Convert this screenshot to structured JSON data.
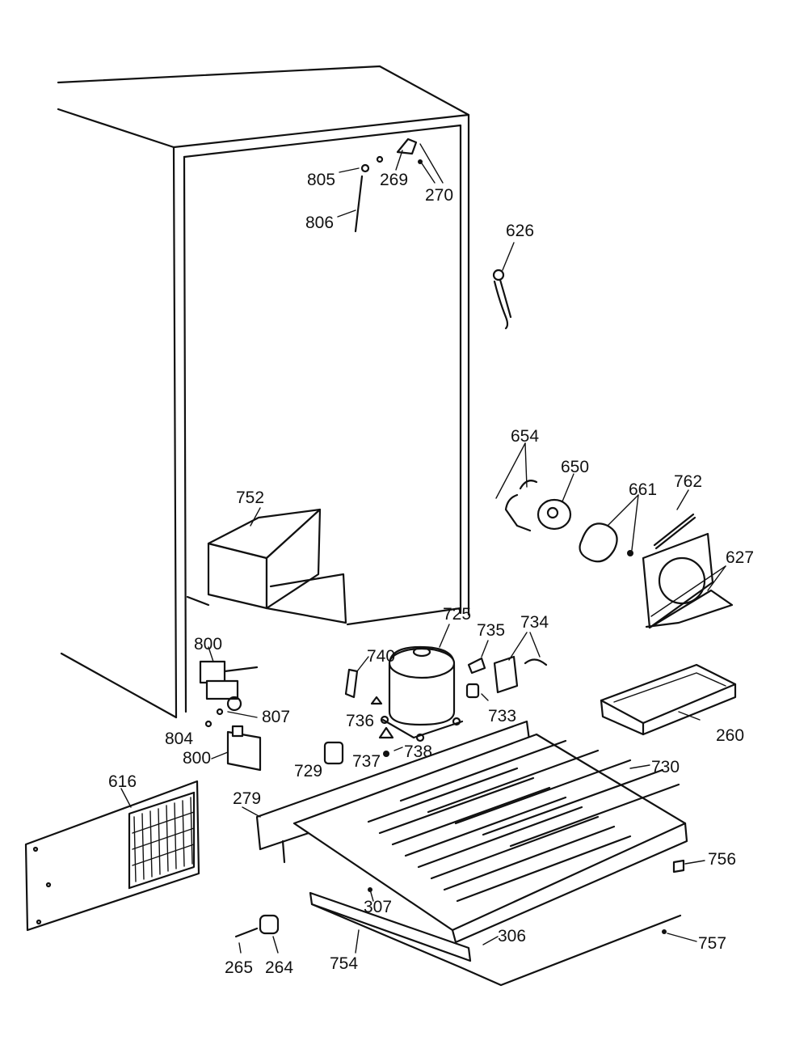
{
  "diagram": {
    "type": "exploded-parts-diagram",
    "line_color": "#111111",
    "background": "#ffffff",
    "part_numbers": {
      "p805": "805",
      "p806": "806",
      "p269": "269",
      "p270": "270",
      "p626": "626",
      "p654": "654",
      "p650": "650",
      "p661": "661",
      "p762": "762",
      "p627": "627",
      "p752": "752",
      "p725": "725",
      "p735": "735",
      "p734": "734",
      "p740": "740",
      "p800a": "800",
      "p807": "807",
      "p804": "804",
      "p800b": "800",
      "p736": "736",
      "p733": "733",
      "p729": "729",
      "p737": "737",
      "p738": "738",
      "p260": "260",
      "p730": "730",
      "p616": "616",
      "p279": "279",
      "p756": "756",
      "p307": "307",
      "p306": "306",
      "p757": "757",
      "p265": "265",
      "p264": "264",
      "p754": "754"
    }
  }
}
